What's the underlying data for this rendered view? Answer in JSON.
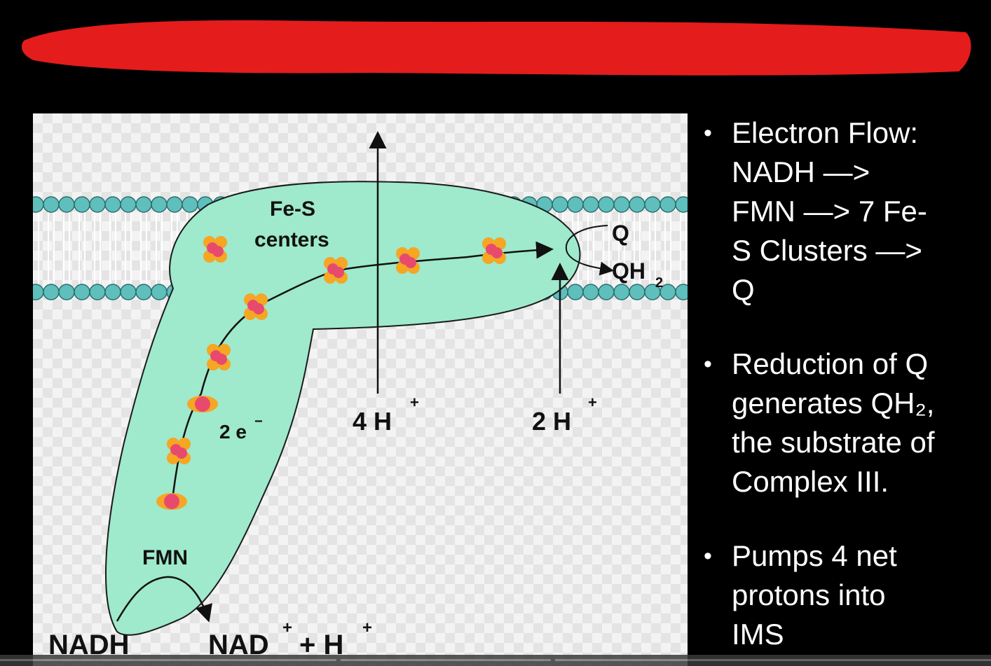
{
  "diagram": {
    "labels": {
      "fes": "Fe-S",
      "centers": "centers",
      "q": "Q",
      "qh2": "QH",
      "qh2_sub": "2",
      "four_h": "4 H",
      "two_h": "2 H",
      "plus": "+",
      "two_e": "2 e",
      "minus": "−",
      "fmn": "FMN",
      "nadh": "NADH",
      "nad": "NAD",
      "plus_h": "+ H"
    },
    "colors": {
      "protein": "#9fe9cc",
      "lipid_head": "#5ebfbd",
      "cluster_orange": "#f5a623",
      "cluster_pink": "#e84a6e",
      "redaction": "#e41c1c"
    }
  },
  "bullets": [
    {
      "lines": [
        "Electron Flow:",
        "NADH —>",
        "FMN —> 7 Fe-",
        "S Clusters —>",
        "Q"
      ]
    },
    {
      "lines": [
        "Reduction of Q",
        "generates QH₂,",
        "the substrate of",
        "Complex III."
      ]
    },
    {
      "lines": [
        "Pumps 4 net",
        "protons into",
        "IMS"
      ]
    }
  ],
  "bullet_symbol": "•"
}
